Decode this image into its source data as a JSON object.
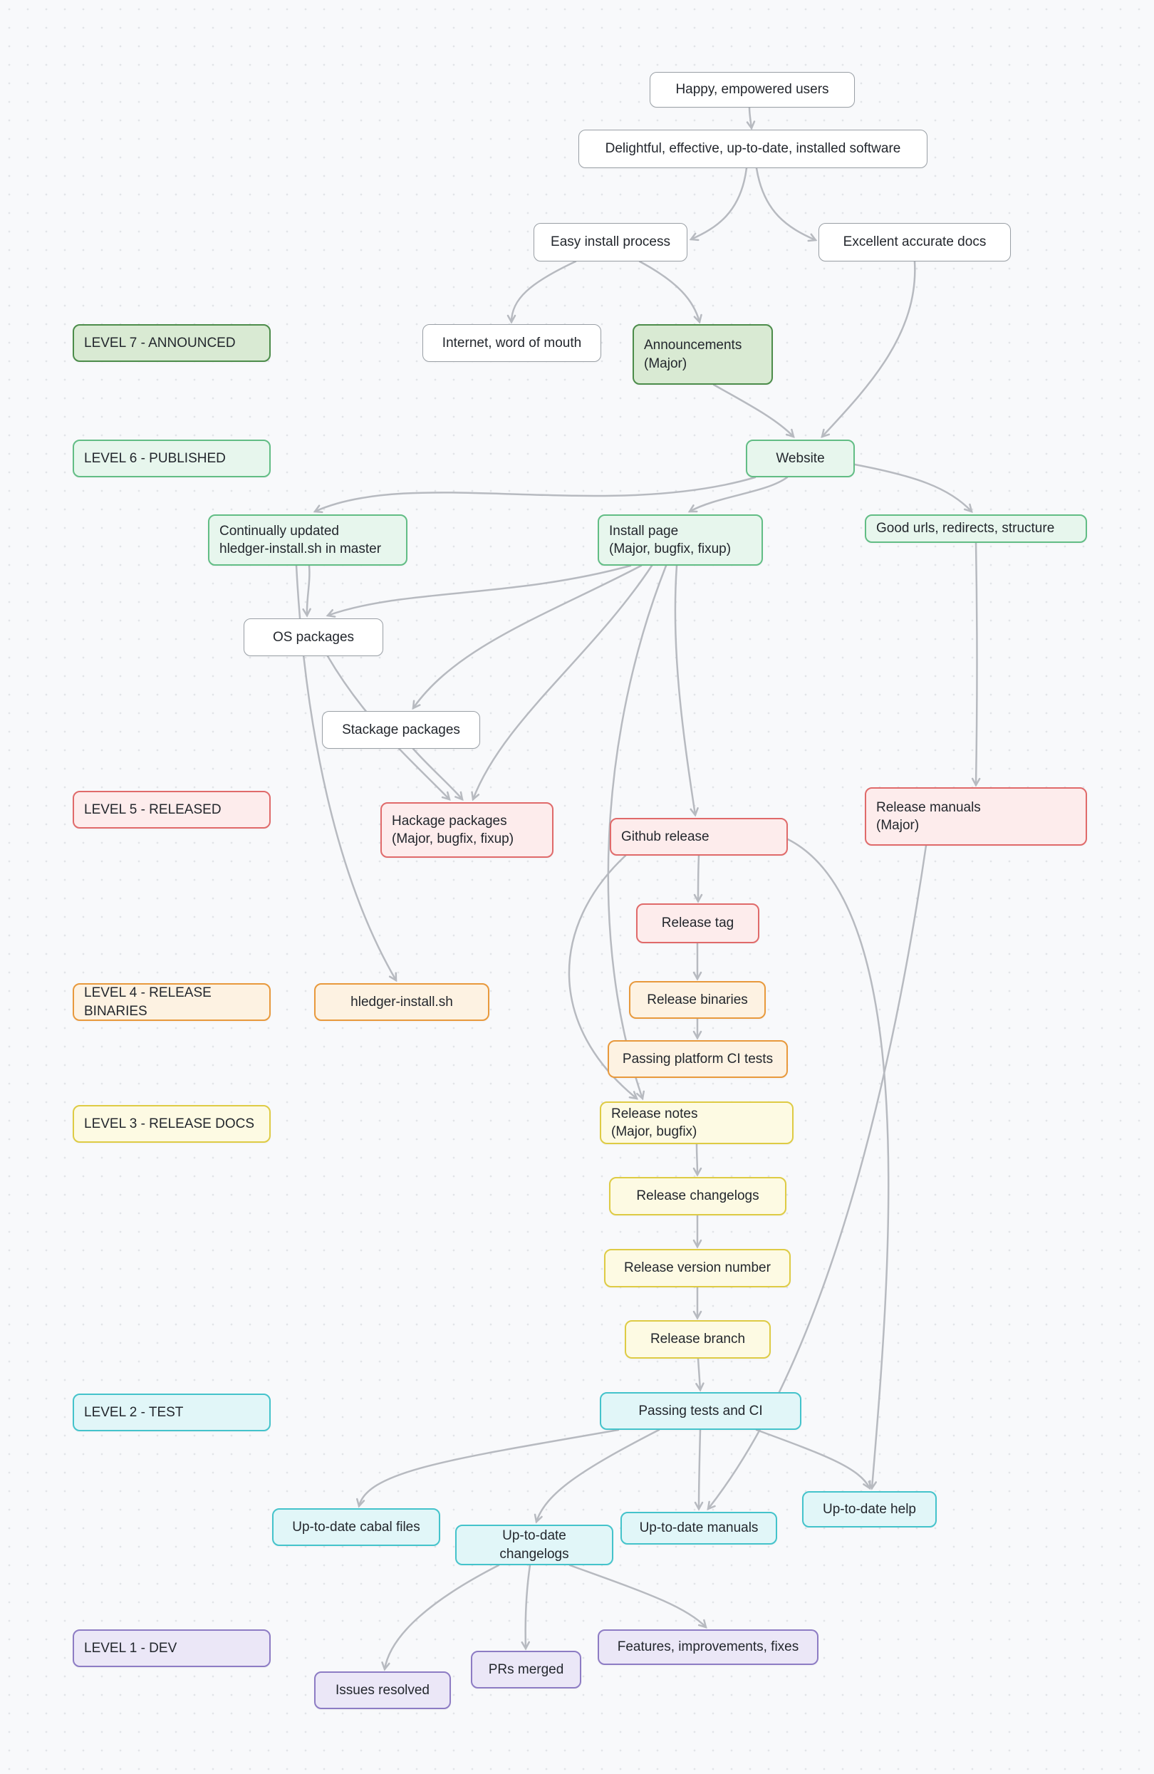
{
  "diagram": {
    "description": "Release pipeline dependency map with leveled goals",
    "levels": {
      "l7": {
        "label": "LEVEL 7 - ANNOUNCED",
        "color": "#4c8c4a"
      },
      "l6": {
        "label": "LEVEL 6 - PUBLISHED",
        "color": "#62bd85"
      },
      "l5": {
        "label": "LEVEL 5 - RELEASED",
        "color": "#e06a6a"
      },
      "l4": {
        "label": "LEVEL 4 - RELEASE BINARIES",
        "color": "#e8993c"
      },
      "l3": {
        "label": "LEVEL 3 - RELEASE DOCS",
        "color": "#decb44"
      },
      "l2": {
        "label": "LEVEL 2 - TEST",
        "color": "#44c3cb"
      },
      "l1": {
        "label": "LEVEL 1 - DEV",
        "color": "#8d7cc4"
      }
    },
    "nodes": {
      "happy": {
        "label": "Happy, empowered users"
      },
      "delightful": {
        "label": "Delightful, effective, up-to-date, installed software"
      },
      "easy-install": {
        "label": "Easy install process"
      },
      "excellent-docs": {
        "label": "Excellent accurate docs"
      },
      "internet-word": {
        "label": "Internet, word of mouth"
      },
      "announcements": {
        "label": "Announcements\n(Major)"
      },
      "website": {
        "label": "Website"
      },
      "continually-updated": {
        "label": "Continually updated\nhledger-install.sh in master"
      },
      "install-page": {
        "label": "Install page\n(Major, bugfix, fixup)"
      },
      "good-urls": {
        "label": "Good urls, redirects, structure"
      },
      "os-packages": {
        "label": "OS packages"
      },
      "stackage-packages": {
        "label": "Stackage packages"
      },
      "hackage-packages": {
        "label": "Hackage packages\n(Major, bugfix, fixup)"
      },
      "github-release": {
        "label": "Github release"
      },
      "release-manuals": {
        "label": "Release manuals\n(Major)"
      },
      "release-tag": {
        "label": "Release tag"
      },
      "hledger-install-sh": {
        "label": "hledger-install.sh"
      },
      "release-binaries": {
        "label": "Release binaries"
      },
      "passing-platform-ci": {
        "label": "Passing platform CI tests"
      },
      "release-notes": {
        "label": "Release notes\n(Major, bugfix)"
      },
      "release-changelogs": {
        "label": "Release changelogs"
      },
      "release-version-number": {
        "label": "Release version number"
      },
      "release-branch": {
        "label": "Release branch"
      },
      "passing-tests-ci": {
        "label": "Passing tests and CI"
      },
      "up-to-date-cabal-files": {
        "label": "Up-to-date cabal files"
      },
      "up-to-date-changelogs": {
        "label": "Up-to-date changelogs"
      },
      "up-to-date-manuals": {
        "label": "Up-to-date manuals"
      },
      "up-to-date-help": {
        "label": "Up-to-date help"
      },
      "features-improvements-fixes": {
        "label": "Features, improvements, fixes"
      },
      "prs-merged": {
        "label": "PRs merged"
      },
      "issues-resolved": {
        "label": "Issues resolved"
      }
    },
    "edges": [
      {
        "from": "happy",
        "to": "delightful"
      },
      {
        "from": "delightful",
        "to": "easy-install"
      },
      {
        "from": "delightful",
        "to": "excellent-docs"
      },
      {
        "from": "easy-install",
        "to": "internet-word"
      },
      {
        "from": "easy-install",
        "to": "announcements"
      },
      {
        "from": "excellent-docs",
        "to": "website"
      },
      {
        "from": "announcements",
        "to": "website"
      },
      {
        "from": "website",
        "to": "continually-updated"
      },
      {
        "from": "website",
        "to": "install-page"
      },
      {
        "from": "website",
        "to": "good-urls"
      },
      {
        "from": "good-urls",
        "to": "release-manuals"
      },
      {
        "from": "install-page",
        "to": "os-packages"
      },
      {
        "from": "install-page",
        "to": "stackage-packages"
      },
      {
        "from": "install-page",
        "to": "hackage-packages"
      },
      {
        "from": "install-page",
        "to": "github-release"
      },
      {
        "from": "install-page",
        "to": "release-notes"
      },
      {
        "from": "continually-updated",
        "to": "hledger-install-sh"
      },
      {
        "from": "continually-updated",
        "to": "os-packages"
      },
      {
        "from": "os-packages",
        "to": "hackage-packages"
      },
      {
        "from": "stackage-packages",
        "to": "hackage-packages"
      },
      {
        "from": "github-release",
        "to": "release-tag"
      },
      {
        "from": "github-release",
        "to": "release-notes"
      },
      {
        "from": "github-release",
        "to": "up-to-date-help"
      },
      {
        "from": "release-tag",
        "to": "release-binaries"
      },
      {
        "from": "release-binaries",
        "to": "passing-platform-ci"
      },
      {
        "from": "release-notes",
        "to": "release-changelogs"
      },
      {
        "from": "release-changelogs",
        "to": "release-version-number"
      },
      {
        "from": "release-version-number",
        "to": "release-branch"
      },
      {
        "from": "release-branch",
        "to": "passing-tests-ci"
      },
      {
        "from": "passing-tests-ci",
        "to": "up-to-date-cabal-files"
      },
      {
        "from": "passing-tests-ci",
        "to": "up-to-date-changelogs"
      },
      {
        "from": "passing-tests-ci",
        "to": "up-to-date-manuals"
      },
      {
        "from": "passing-tests-ci",
        "to": "up-to-date-help"
      },
      {
        "from": "release-manuals",
        "to": "up-to-date-manuals"
      },
      {
        "from": "up-to-date-changelogs",
        "to": "issues-resolved"
      },
      {
        "from": "up-to-date-changelogs",
        "to": "prs-merged"
      },
      {
        "from": "up-to-date-changelogs",
        "to": "features-improvements-fixes"
      }
    ],
    "palette": {
      "background": "#f8f9fb",
      "dot": "#e2e4e8",
      "edge": "#b7bac0",
      "text": "#23272d",
      "white_box_border": "#9aa0a6",
      "green_dark": {
        "fill": "#d9ead3",
        "border": "#4c8c4a"
      },
      "green": {
        "fill": "#e7f6ed",
        "border": "#62bd85"
      },
      "red": {
        "fill": "#fdecec",
        "border": "#e06a6a"
      },
      "orange": {
        "fill": "#fdf2e2",
        "border": "#e8993c"
      },
      "yellow": {
        "fill": "#fdfae3",
        "border": "#decb44"
      },
      "cyan": {
        "fill": "#e1f6f8",
        "border": "#44c3cb"
      },
      "purple": {
        "fill": "#ebe7f7",
        "border": "#8d7cc4"
      }
    }
  }
}
